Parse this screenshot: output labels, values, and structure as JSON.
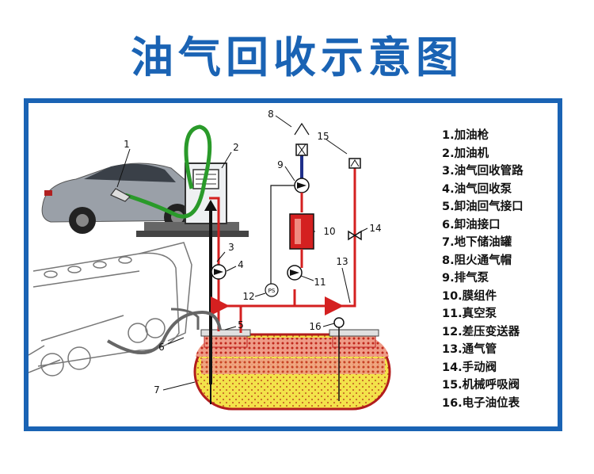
{
  "title": "油气回收示意图",
  "legend": [
    "1.加油枪",
    "2.加油机",
    "3.油气回收管路",
    "4.油气回收泵",
    "5.卸油回气接口",
    "6.卸油接口",
    "7.地下储油罐",
    "8.阻火通气帽",
    "9.排气泵",
    "10.膜组件",
    "11.真空泵",
    "12.差压变送器",
    "13.通气管",
    "14.手动阀",
    "15.机械呼吸阀",
    "16.电子油位表"
  ],
  "callouts": [
    "1",
    "2",
    "3",
    "4",
    "5",
    "6",
    "7",
    "8",
    "9",
    "10",
    "11",
    "12",
    "13",
    "14",
    "15",
    "16"
  ],
  "sensor_label": "PS",
  "colors": {
    "frame": "#1a63b4",
    "title": "#1a63b4",
    "vapor_pipe": "#d42020",
    "hose": "#2a9a2a",
    "fuel": "#f3e24a",
    "vapor_space": "#e89a86",
    "exhaust_pipe": "#1f2f8a"
  }
}
